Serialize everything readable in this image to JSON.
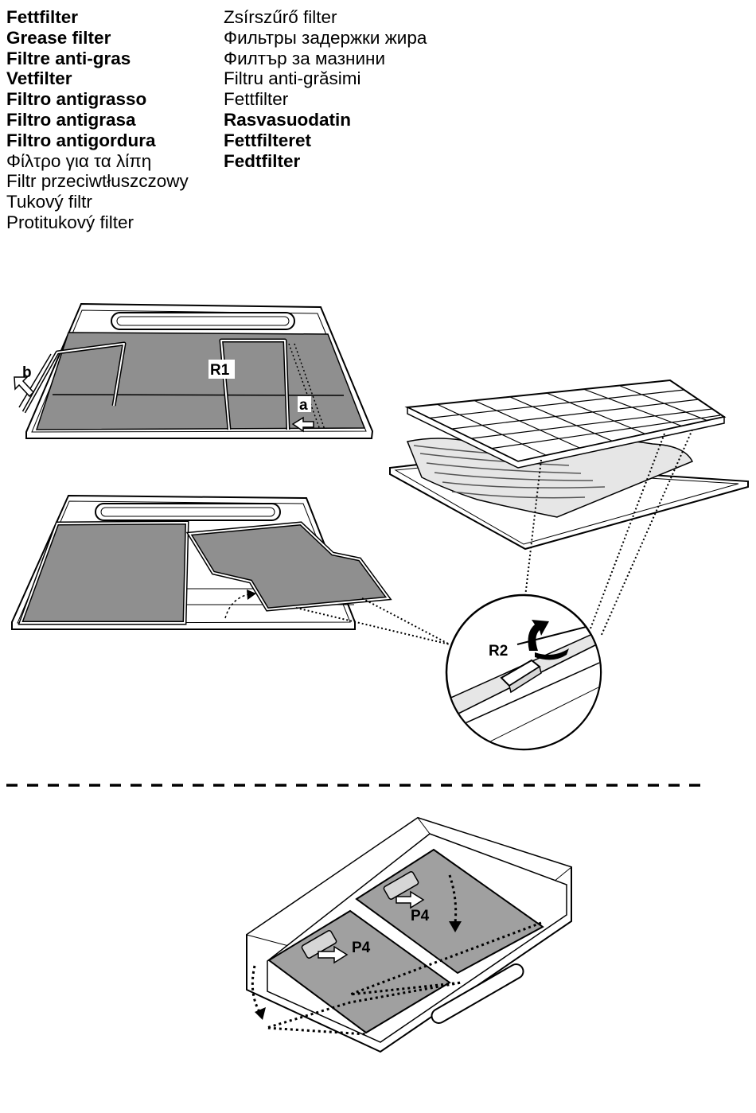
{
  "languages": {
    "left": [
      {
        "text": "Fettfilter",
        "bold": true
      },
      {
        "text": "Grease filter",
        "bold": true
      },
      {
        "text": "Filtre anti-gras",
        "bold": true
      },
      {
        "text": "Vetfilter",
        "bold": true
      },
      {
        "text": "Filtro antigrasso",
        "bold": true
      },
      {
        "text": "Filtro antigrasa",
        "bold": true
      },
      {
        "text": "Filtro antigordura",
        "bold": true
      },
      {
        "text": "Φίλτρο για τα λίπη",
        "bold": false
      },
      {
        "text": "Filtr przeciwtłuszczowy",
        "bold": false
      },
      {
        "text": "Tukový filtr",
        "bold": false
      },
      {
        "text": "Protitukový filter",
        "bold": false
      }
    ],
    "right": [
      {
        "text": "Zsírszűrő filter",
        "bold": false
      },
      {
        "text": "Фильтры задержки жира",
        "bold": false
      },
      {
        "text": "Филтър за мазнини",
        "bold": false
      },
      {
        "text": "Filtru anti-grăsimi",
        "bold": false
      },
      {
        "text": "Fettfilter",
        "bold": false
      },
      {
        "text": "Rasvasuodatin",
        "bold": true
      },
      {
        "text": "Fettfilteret",
        "bold": true
      },
      {
        "text": "Fedtfilter",
        "bold": true
      }
    ]
  },
  "labels": {
    "r1": "R1",
    "r2": "R2",
    "a": "a",
    "b": "b",
    "p4_upper": "P4",
    "p4_lower": "P4"
  },
  "colors": {
    "filter_gray": "#8f8f8f",
    "hood_light": "#d6d6d6",
    "line": "#000000"
  }
}
